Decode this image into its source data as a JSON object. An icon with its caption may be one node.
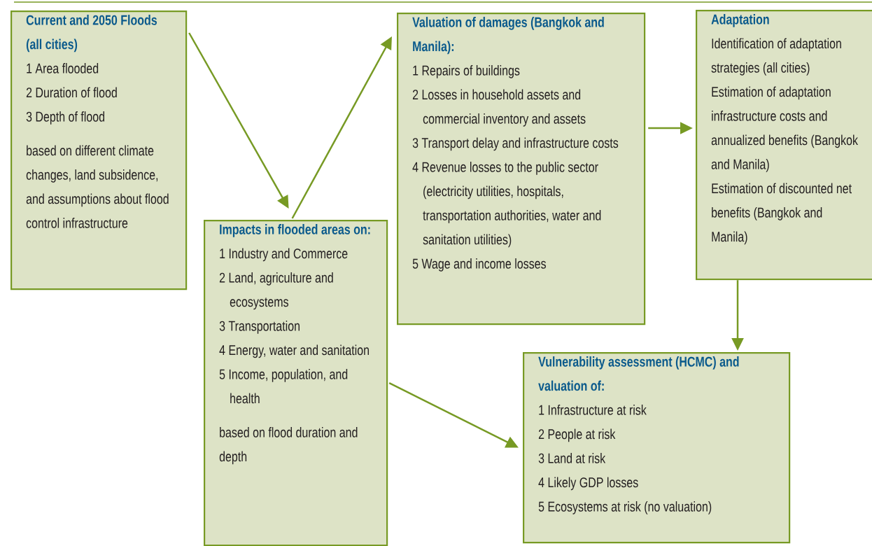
{
  "diagram": {
    "nodes": [
      {
        "text": [
          "Current and 2050 Floods (all cities)",
          "1 Area flooded",
          "2 Duration of flood",
          "3 Depth of flood",
          "based on different climate changes, land subsidence, and assumptions about flood control infrastructure"
        ]
      },
      {
        "text": [
          "Impacts in flooded areas on:",
          "1 Industry and Commerce",
          "2 Land, agriculture and ecosystems",
          "3 Transportation",
          "4 Energy, water and sanitation",
          "5 Income, population, and health",
          "based on flood duration and depth"
        ]
      },
      {
        "text": [
          "Valuation of damages (Bangkok and Manila):",
          "1 Repairs of buildings",
          "2 Losses in household assets and commercial inventory and assets",
          "3 Transport delay and infrastructure costs",
          "4 Revenue losses to the public sector (electricity utilities, hospitals, transportation authorities, water and sanitation utilities)",
          "5 Wage and income losses"
        ]
      },
      {
        "text": [
          "Adaptation",
          "Identification of adaptation strategies (all cities)",
          "Estimation of adaptation infrastructure costs and annualized benefits (Bangkok and Manila)",
          "Estimation of discounted net benefits (Bangkok and Manila)"
        ]
      },
      {
        "text": [
          "Vulnerability assessment (HCMC) and valuation of:",
          "1 Infrastructure at risk",
          "2 People at risk",
          "3 Land at risk",
          "4 Likely GDP losses",
          "5 Ecosystems at risk (no valuation)"
        ]
      }
    ],
    "edges": [
      {
        "from": 0,
        "to": 1,
        "arrow": "to"
      },
      {
        "from": 1,
        "to": 2,
        "arrow": "to"
      },
      {
        "from": 2,
        "to": 3,
        "arrow": "to"
      },
      {
        "from": 3,
        "to": 4,
        "arrow": "to"
      },
      {
        "from": 1,
        "to": 4,
        "arrow": "to"
      }
    ]
  }
}
